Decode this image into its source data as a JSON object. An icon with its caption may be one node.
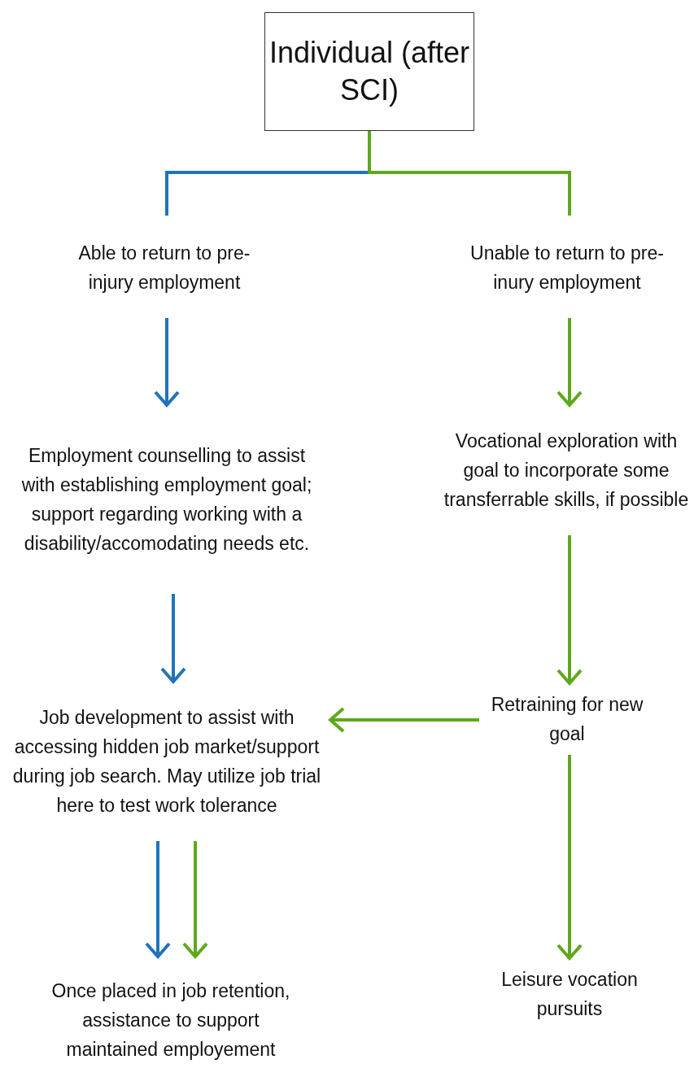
{
  "diagram": {
    "nodes": [
      {
        "text": [
          "Individual (after SCI)"
        ]
      },
      {
        "text": [
          "Able to return to pre-injury employment"
        ]
      },
      {
        "text": [
          "Unable to return to pre-inury employment"
        ]
      },
      {
        "text": [
          "Employment counselling to assist with establishing employment goal; support regarding working with a disability/accomodating needs etc."
        ]
      },
      {
        "text": [
          "Vocational exploration with goal to incorporate some transferrable skills, if possible"
        ]
      },
      {
        "text": [
          "Job development to assist with accessing hidden job market/support during job search. May utilize job trial here to test work tolerance"
        ]
      },
      {
        "text": [
          "Retraining for new goal"
        ]
      },
      {
        "text": [
          "Once placed in job retention, assistance to support maintained employement"
        ]
      },
      {
        "text": [
          "Leisure vocation pursuits"
        ]
      }
    ],
    "edges": [
      {
        "from": 0,
        "to": 1,
        "arrow": "none",
        "color": "#1f74bb"
      },
      {
        "from": 0,
        "to": 2,
        "arrow": "none",
        "color": "#5ea81c"
      },
      {
        "from": 1,
        "to": 3,
        "arrow": "to",
        "color": "#1f74bb"
      },
      {
        "from": 3,
        "to": 5,
        "arrow": "to",
        "color": "#1f74bb"
      },
      {
        "from": 5,
        "to": 7,
        "arrow": "to",
        "color": "#1f74bb"
      },
      {
        "from": 2,
        "to": 4,
        "arrow": "to",
        "color": "#5ea81c"
      },
      {
        "from": 4,
        "to": 6,
        "arrow": "to",
        "color": "#5ea81c"
      },
      {
        "from": 6,
        "to": 5,
        "arrow": "to",
        "color": "#5ea81c"
      },
      {
        "from": 5,
        "to": 7,
        "arrow": "to",
        "color": "#5ea81c"
      },
      {
        "from": 6,
        "to": 8,
        "arrow": "to",
        "color": "#5ea81c"
      }
    ]
  }
}
